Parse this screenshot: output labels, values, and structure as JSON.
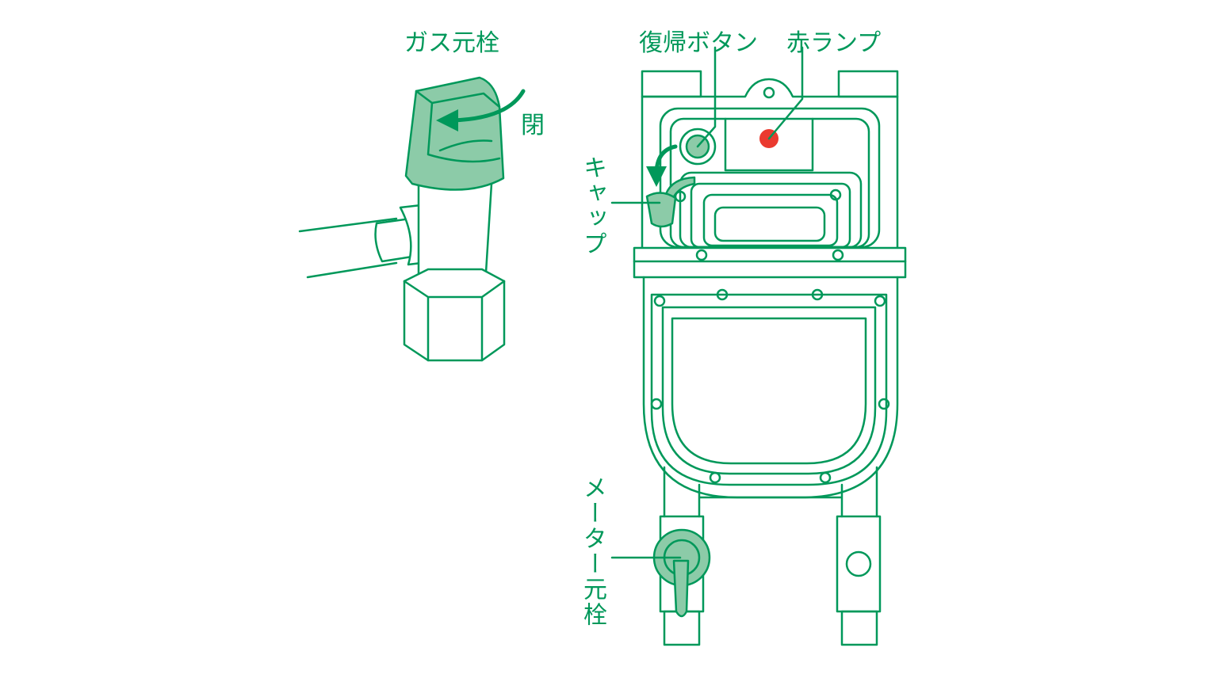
{
  "labels": {
    "gas_valve": "ガス元栓",
    "close": "閉",
    "reset_button": "復帰ボタン",
    "red_lamp": "赤ランプ",
    "cap": "キャップ",
    "meter_valve": "メーター元栓"
  },
  "colors": {
    "stroke": "#00985a",
    "fill": "#8ccba8",
    "lamp": "#ea3a2f"
  }
}
